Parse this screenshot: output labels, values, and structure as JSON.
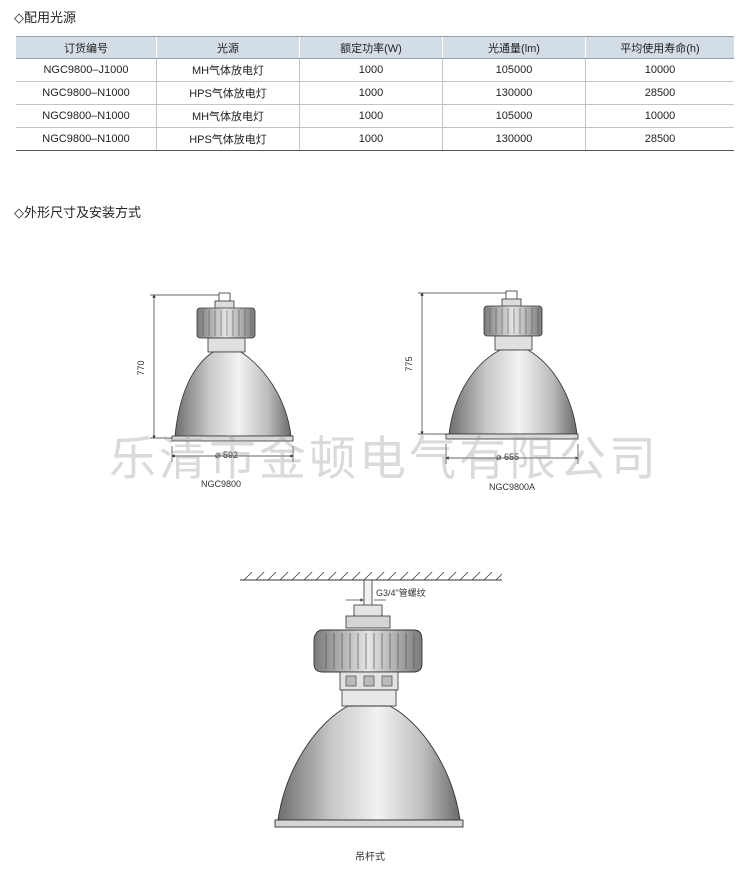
{
  "sections": {
    "light_source": "◇配用光源",
    "dimensions": "◇外形尺寸及安装方式"
  },
  "table": {
    "headers": [
      "订货编号",
      "光源",
      "额定功率(W)",
      "光通量(lm)",
      "平均使用寿命(h)"
    ],
    "rows": [
      [
        "NGC9800–J1000",
        "MH气体放电灯",
        "1000",
        "105000",
        "10000"
      ],
      [
        "NGC9800–N1000",
        "HPS气体放电灯",
        "1000",
        "130000",
        "28500"
      ],
      [
        "NGC9800–N1000",
        "MH气体放电灯",
        "1000",
        "105000",
        "10000"
      ],
      [
        "NGC9800–N1000",
        "HPS气体放电灯",
        "1000",
        "130000",
        "28500"
      ]
    ]
  },
  "watermark": "乐清市金顿电气有限公司",
  "drawings": {
    "lamp1": {
      "height": "770",
      "diameter": "592",
      "caption": "NGC9800"
    },
    "lamp2": {
      "height": "775",
      "diameter": "655",
      "caption": "NGC9800A"
    },
    "pendant": {
      "thread": "G3/4\"管螺纹",
      "caption": "吊杆式"
    }
  },
  "colors": {
    "header_bg": "#d3dde6",
    "line": "#333333"
  }
}
